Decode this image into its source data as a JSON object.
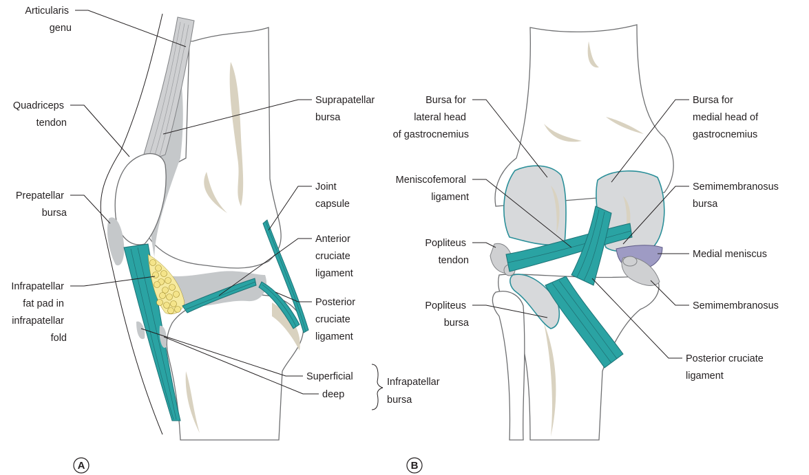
{
  "panel_a": {
    "tag": "A",
    "labels": {
      "articularis_genu": [
        "Articularis",
        "genu"
      ],
      "quadriceps_tendon": [
        "Quadriceps",
        "tendon"
      ],
      "prepatellar_bursa": [
        "Prepatellar",
        "bursa"
      ],
      "infrapatellar_fat_pad": [
        "Infrapatellar",
        "fat pad in",
        "infrapatellar",
        "fold"
      ],
      "suprapatellar_bursa": [
        "Suprapatellar",
        "bursa"
      ],
      "joint_capsule": [
        "Joint",
        "capsule"
      ],
      "anterior_cruciate_ligament": [
        "Anterior",
        "cruciate",
        "ligament"
      ],
      "posterior_cruciate_ligament": [
        "Posterior",
        "cruciate",
        "ligament"
      ],
      "superficial": "Superficial",
      "deep": "deep",
      "infrapatellar_bursa": [
        "Infrapatellar",
        "bursa"
      ]
    }
  },
  "panel_b": {
    "tag": "B",
    "labels": {
      "bursa_lateral_head": [
        "Bursa for",
        "lateral head",
        "of gastrocnemius"
      ],
      "meniscofemoral_ligament": [
        "Meniscofemoral",
        "ligament"
      ],
      "popliteus_tendon": [
        "Popliteus",
        "tendon"
      ],
      "popliteus_bursa": [
        "Popliteus",
        "bursa"
      ],
      "bursa_medial_head": [
        "Bursa for",
        "medial head of",
        "gastrocnemius"
      ],
      "semimembranosus_bursa": [
        "Semimembranosus",
        "bursa"
      ],
      "medial_meniscus": "Medial meniscus",
      "semimembranosus": "Semimembranosus",
      "posterior_cruciate_ligament": [
        "Posterior cruciate",
        "ligament"
      ]
    }
  },
  "colors": {
    "ligament": "#2aa3a3",
    "bursa_outline": "#2a8f99",
    "bursa_fill": "#d7d9db",
    "fat_pad": "#f4e48a",
    "marrow": "#d9d2c0",
    "meniscus": "#9e9bc4"
  }
}
